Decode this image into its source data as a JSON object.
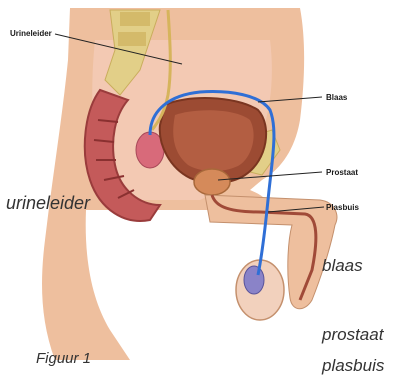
{
  "labels": {
    "urineleider": "Urineleider",
    "blaas": "Blaas",
    "prostaat": "Prostaat",
    "plasbuis": "Plasbuis"
  },
  "answers": {
    "urineleider": "urineleider",
    "blaas": "blaas",
    "prostaat": "prostaat",
    "plasbuis": "plasbuis"
  },
  "caption": "Figuur 1",
  "colors": {
    "skin": "#eebf9e",
    "tissue": "#f3c9b3",
    "bladder": "#9c4b33",
    "prostate": "#d58a5a",
    "colon": "#c45a5a",
    "vein": "#2f6fd6",
    "ureter": "#d6b45c",
    "bone": "#e2cf88"
  }
}
